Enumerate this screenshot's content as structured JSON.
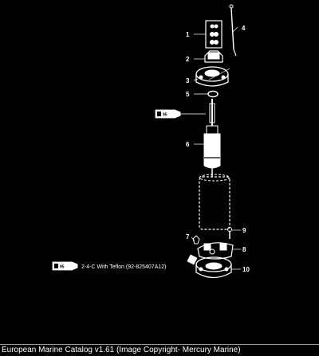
{
  "diagram": {
    "callouts": [
      "1",
      "2",
      "3",
      "4",
      "5",
      "6",
      "7",
      "8",
      "9",
      "10"
    ],
    "lubricant_tubes": [
      {
        "label": "95"
      },
      {
        "label": "95"
      }
    ],
    "note": {
      "text": "2-4-C  With Teflon (92-825407A12)"
    }
  },
  "footer": {
    "caption": "European Marine Catalog v1.61 (Image Copyright- Mercury Marine)"
  },
  "colors": {
    "background": "#000000",
    "line": "#ffffff",
    "footer_rule": "#9a9a9a"
  }
}
